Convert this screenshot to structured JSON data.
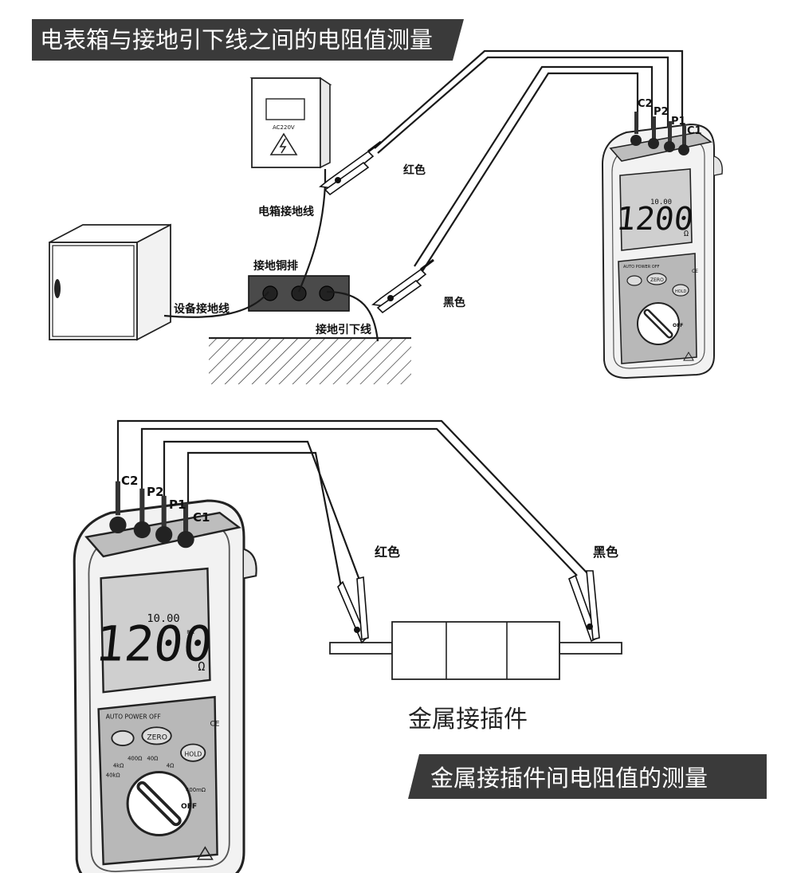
{
  "top_title": "电表箱与接地引下线之间的电阻值测量",
  "bottom_title": "金属接插件间电阻值的测量",
  "meter_box": {
    "voltage": "AC220V"
  },
  "top_labels": {
    "box_ground_wire": "电箱接地线",
    "copper_bar": "接地铜排",
    "equipment_ground_wire": "设备接地线",
    "down_conductor": "接地引下线",
    "red": "红色",
    "black": "黑色"
  },
  "bottom_labels": {
    "red": "红色",
    "black": "黑色",
    "connector": "金属接插件"
  },
  "terminals": [
    "C2",
    "P2",
    "P1",
    "C1"
  ],
  "meter": {
    "reading": "1200",
    "sub_reading": "10.00",
    "sub_unit": "mA",
    "unit": "Ω",
    "auto_power_off": "AUTO POWER OFF",
    "zero_button": "ZERO",
    "hold_button": "HOLD",
    "ce_mark": "CE",
    "ranges": [
      "40kΩ",
      "4kΩ",
      "400Ω",
      "40Ω",
      "4Ω",
      "400mΩ"
    ],
    "off_label": "OFF"
  },
  "colors": {
    "banner": "#3a3a3a",
    "line": "#1a1a1a",
    "meter_body": "#f2f2f2",
    "panel": "#b8b8b8",
    "lcd": "#cfcfcf"
  }
}
